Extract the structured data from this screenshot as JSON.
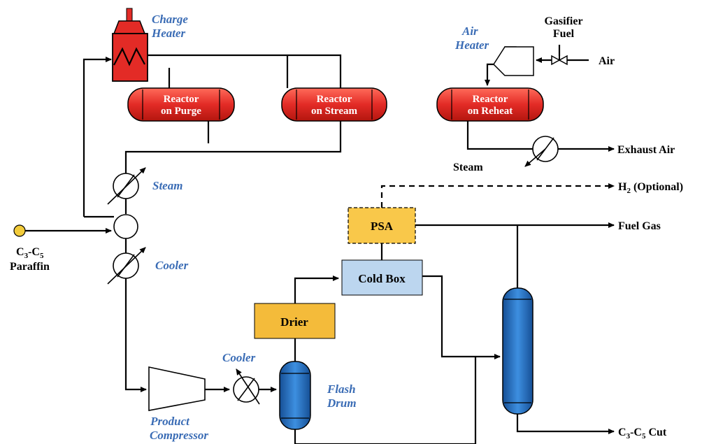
{
  "equipment": {
    "charge_heater": [
      "Charge",
      "Heater"
    ],
    "reactor_purge": [
      "Reactor",
      "on Purge"
    ],
    "reactor_stream": [
      "Reactor",
      "on Stream"
    ],
    "reactor_reheat": [
      "Reactor",
      "on Reheat"
    ],
    "air_heater": [
      "Air",
      "Heater"
    ],
    "gasifier_fuel": [
      "Gasifier",
      "Fuel"
    ],
    "air": "Air",
    "exhaust_air": "Exhaust Air",
    "steam_left": "Steam",
    "steam_right": "Steam",
    "h2": "H",
    "h2_sub": "2",
    "h2_rest": " (Optional)",
    "psa": "PSA",
    "fuel_gas": "Fuel Gas",
    "cold_box": "Cold Box",
    "drier": "Drier",
    "feed": [
      "C",
      "3",
      "-C",
      "5"
    ],
    "feed_word": "Paraffin",
    "cooler1": "Cooler",
    "cooler2": "Cooler",
    "flash_drum": [
      "Flash",
      "Drum"
    ],
    "product_compressor": [
      "Product",
      "Compressor"
    ],
    "product": [
      "C",
      "3",
      "-C",
      "5",
      " Cut"
    ]
  },
  "colors": {
    "reactor": "#e32b26",
    "blue_vessel": "#1f6fc0",
    "psa_fill": "#f9c84a",
    "drier_fill": "#f4bb3a",
    "cold_box_fill": "#bcd6ef",
    "label_blue": "#3a6cb5",
    "feed_dot": "#f2cb3a"
  }
}
